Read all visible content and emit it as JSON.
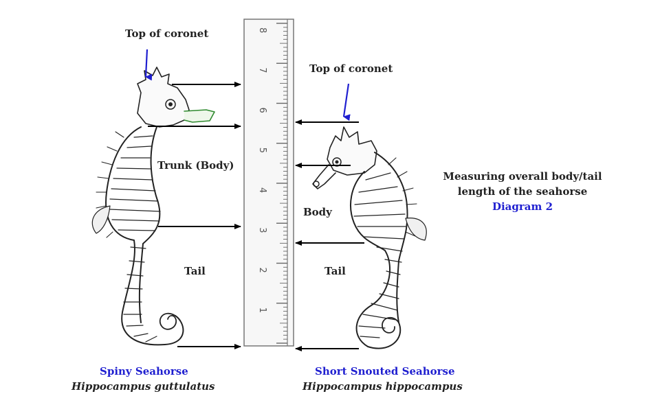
{
  "diagram": {
    "left": {
      "top_label": "Top of coronet",
      "trunk_label": "Trunk (Body)",
      "tail_label": "Tail",
      "common_name": "Spiny Seahorse",
      "scientific_name": "Hippocampus guttulatus"
    },
    "right": {
      "top_label": "Top of coronet",
      "body_label": "Body",
      "tail_label": "Tail",
      "common_name": "Short Snouted Seahorse",
      "scientific_name": "Hippocampus hippocampus"
    },
    "caption": {
      "line1": "Measuring overall body/tail",
      "line2": "length of the seahorse",
      "line3": "Diagram 2"
    },
    "ruler_marks": [
      "1",
      "2",
      "3",
      "4",
      "5",
      "6",
      "7",
      "8"
    ],
    "colors": {
      "accent_blue": "#1f1fd0",
      "snout_green": "#2f8a2f",
      "ink": "#222222"
    }
  }
}
